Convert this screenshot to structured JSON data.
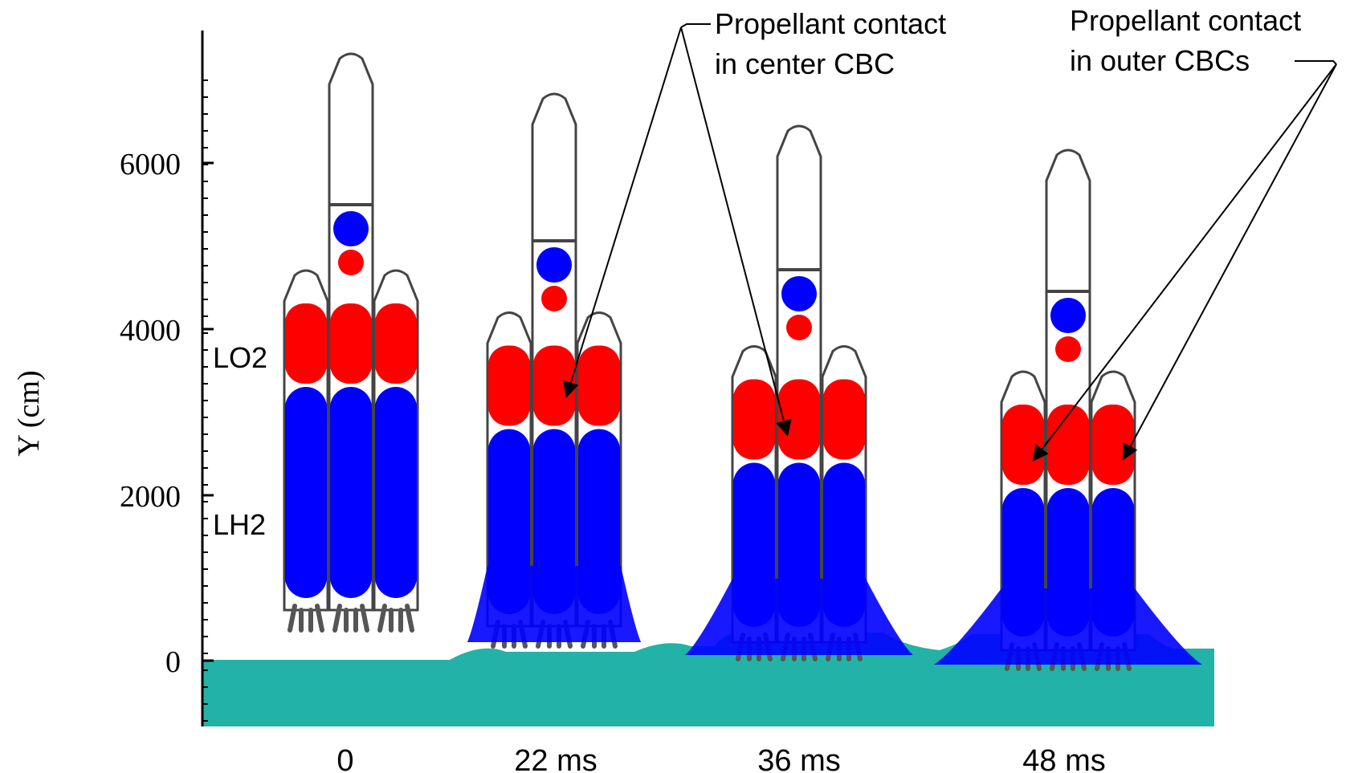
{
  "axis": {
    "ylabel": "Y (cm)",
    "ticks": [
      "6000",
      "4000",
      "2000",
      "0"
    ]
  },
  "labels": {
    "lo2": "LO2",
    "lh2": "LH2"
  },
  "frames": [
    {
      "time": "0"
    },
    {
      "time": "22 ms"
    },
    {
      "time": "36 ms"
    },
    {
      "time": "48 ms"
    }
  ],
  "annotations": {
    "center_line1": "Propellant contact",
    "center_line2": "in center CBC",
    "outer_line1": "Propellant contact",
    "outer_line2": "in outer CBCs"
  },
  "colors": {
    "lo2": "#ff0000",
    "lh2": "#0000ff",
    "water": "#22b2a8"
  }
}
